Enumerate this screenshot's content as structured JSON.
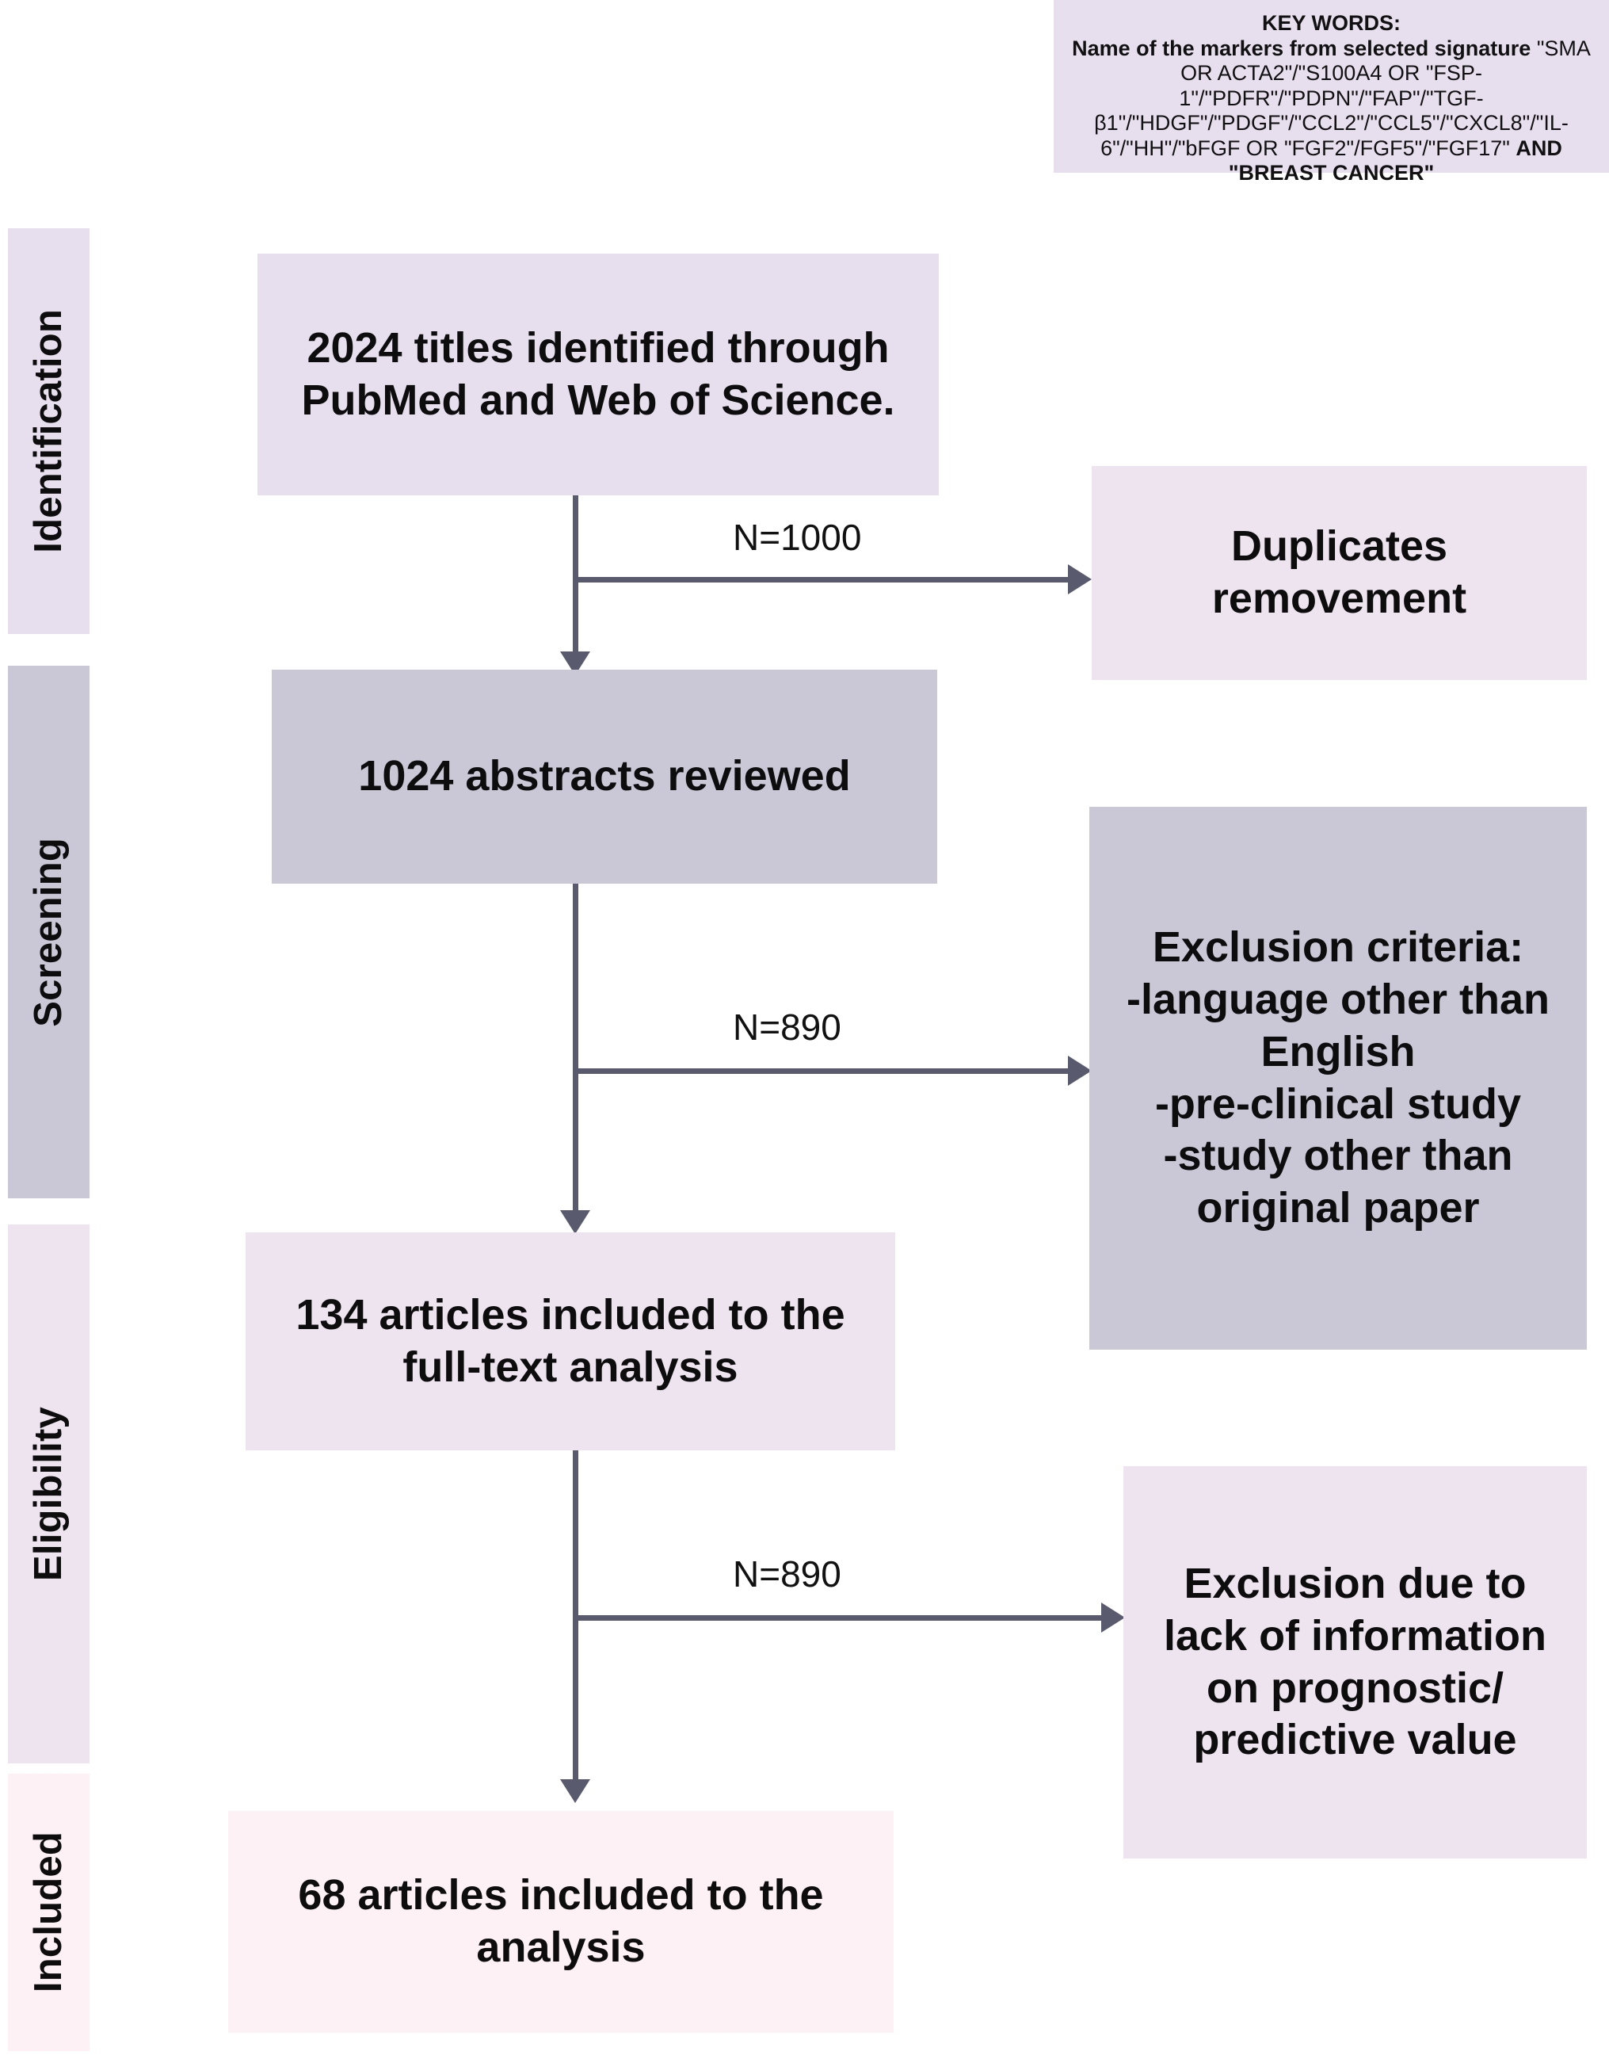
{
  "diagram": {
    "title": "PRISMA study selection flow diagram",
    "colors": {
      "lavender": "#e8dfee",
      "gray": "#cac8d7",
      "pink": "#fdf1f6",
      "connector": "#5a5a6e",
      "text": "#0d0d0d",
      "background": "#ffffff"
    }
  },
  "keywords": {
    "title": "KEY WORDS:",
    "lead": "Name of the markers from selected signature",
    "body": "\"SMA OR ACTA2\"/\"S100A4 OR \"FSP-1\"/\"PDFR\"/\"PDPN\"/\"FAP\"/\"TGF-β1\"/\"HDGF\"/\"PDGF\"/\"CCL2\"/\"CCL5\"/\"CXCL8\"/\"IL-6\"/\"HH\"/\"bFGF OR \"FGF2\"/FGF5\"/\"FGF17\"",
    "tail": "AND \"BREAST CANCER\""
  },
  "stages": [
    {
      "id": "identification",
      "label": "Identification",
      "color": "#e8dfee"
    },
    {
      "id": "screening",
      "label": "Screening",
      "color": "#cac8d7"
    },
    {
      "id": "eligibility",
      "label": "Eligibility",
      "color": "#ede4f0"
    },
    {
      "id": "included",
      "label": "Included",
      "color": "#fdf1f6"
    }
  ],
  "nodes": {
    "identified": {
      "text": "2024 titles identified through PubMed and Web of Science.",
      "color": "#e8dfee"
    },
    "duplicates": {
      "text": "Duplicates removement",
      "color": "#ede4f0"
    },
    "abstracts": {
      "text": "1024 abstracts reviewed",
      "color": "#cac8d7"
    },
    "exclusion_criteria": {
      "text": "Exclusion criteria:\n-language other than English\n-pre-clinical study\n-study other than original paper",
      "color": "#cac8d7"
    },
    "fulltext": {
      "text": "134 articles included to the full-text analysis",
      "color": "#ede4f0"
    },
    "exclusion_info": {
      "text": "Exclusion due to lack of information on prognostic/ predictive value",
      "color": "#ede4f0"
    },
    "final": {
      "text": "68 articles included to the analysis",
      "color": "#fdf1f6"
    }
  },
  "edges": {
    "duplicates_n": "N=1000",
    "screening_n": "N=890",
    "eligibility_n": "N=890"
  }
}
